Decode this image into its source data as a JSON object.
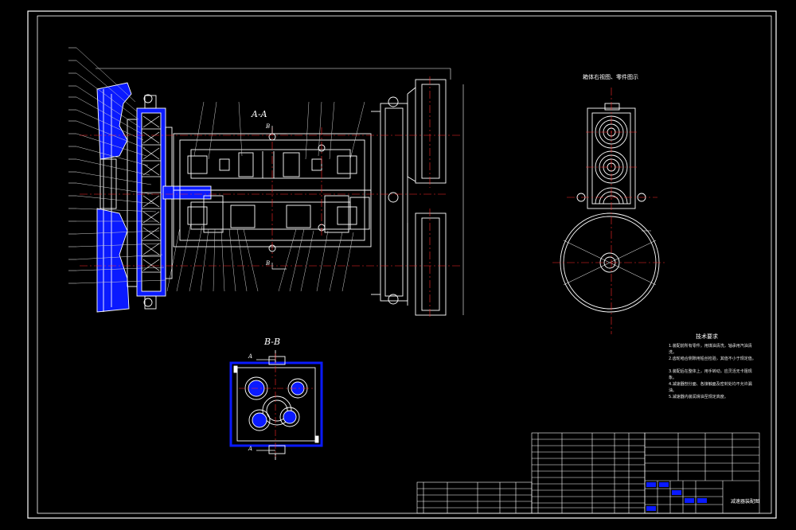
{
  "drawing": {
    "colors": {
      "background": "#000000",
      "line": "#ffffff",
      "center_line": "#ff2a2a",
      "section_fill": "#0a1aff",
      "leader": "#cfcfcf"
    },
    "views": {
      "section_aa": {
        "label": "A-A",
        "cut_marks": [
          "B",
          "B"
        ]
      },
      "section_bb": {
        "label": "B-B",
        "cut_marks": [
          "A",
          "A"
        ]
      },
      "side_view_caption": "箱体右视图、零件图示"
    },
    "technical_requirements": {
      "title": "技术要求",
      "lines": [
        "1.装配前所有零件，用煤油清洗，轴承用汽油清洗。",
        "2.齿轮啮合侧隙用铅丝检验，其值不小于规定值。",
        "3.装配后在整体上，用手转动，应灵活无卡阻现象。",
        "4.减速器剖分面、各接触面及密封处均不允许漏油。",
        "5.减速器内装润滑油至规定高度。"
      ]
    },
    "title_block": {
      "drawing_name": "减速器装配图"
    }
  }
}
